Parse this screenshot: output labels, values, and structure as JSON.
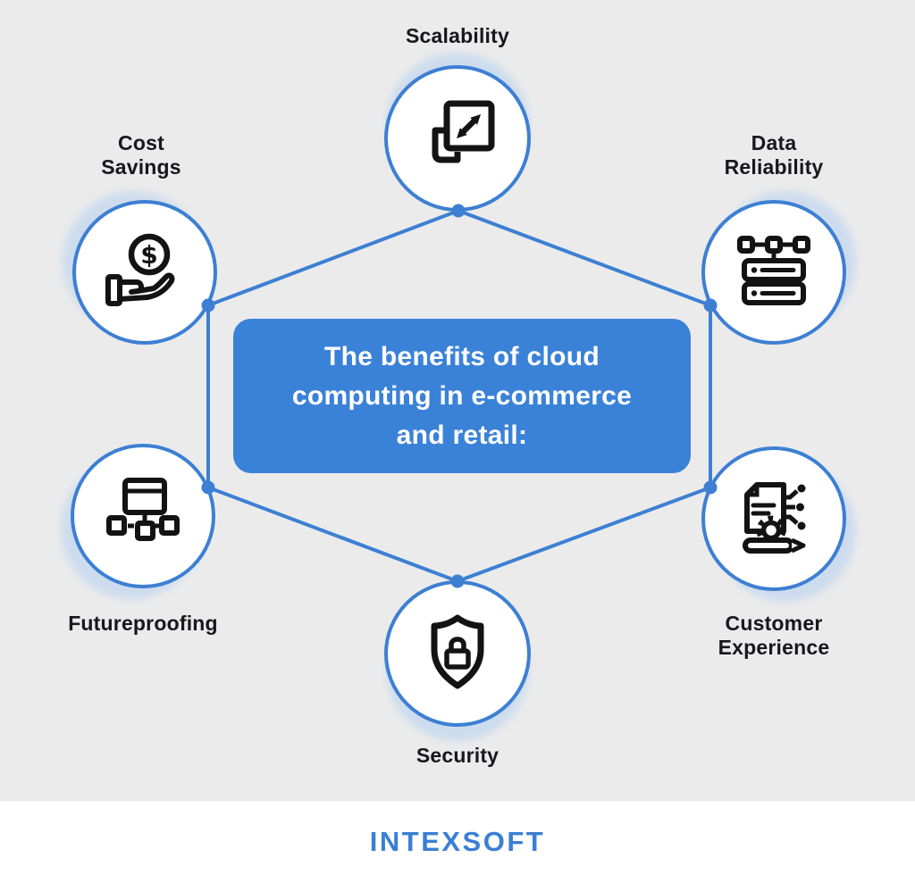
{
  "title": {
    "lines": [
      "The benefits of cloud",
      "computing in e-commerce",
      "and retail:"
    ]
  },
  "nodes": [
    {
      "id": "scalability",
      "label": "Scalability",
      "icon": "scale-expand-icon",
      "position": "top"
    },
    {
      "id": "cost-savings",
      "label": "Cost\nSavings",
      "icon": "hand-coin-icon",
      "position": "top-left"
    },
    {
      "id": "data-reliability",
      "label": "Data\nReliability",
      "icon": "server-network-icon",
      "position": "top-right"
    },
    {
      "id": "futureproofing",
      "label": "Futureproofing",
      "icon": "sitemap-icon",
      "position": "bottom-left"
    },
    {
      "id": "customer-experience",
      "label": "Customer\nExperience",
      "icon": "document-gear-icon",
      "position": "bottom-right"
    },
    {
      "id": "security",
      "label": "Security",
      "icon": "shield-lock-icon",
      "position": "bottom"
    }
  ],
  "coin_symbol": "$",
  "footer": {
    "logo_text": "INTEXSOFT"
  },
  "colors": {
    "background": "#ebebeb",
    "accent_blue": "#3d7fd3",
    "title_box_blue": "#3a82d8",
    "shadow_blue": "#ccdcee",
    "icon_black": "#131313",
    "label_text": "#17171c",
    "logo_blue": "#3b7fd4",
    "footer_bg": "#ffffff"
  }
}
